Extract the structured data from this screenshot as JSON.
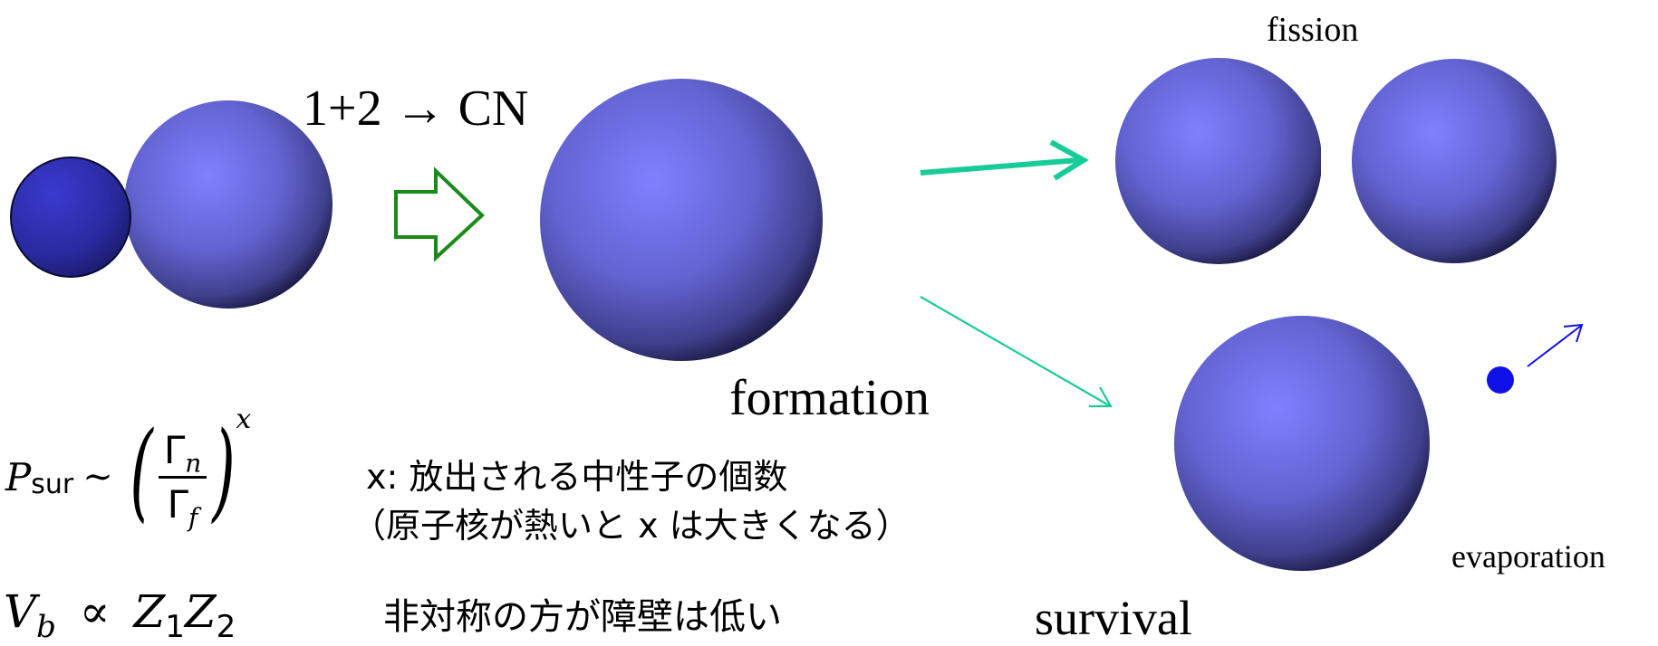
{
  "labels": {
    "reaction": "1+2 → CN",
    "formation": "formation",
    "fission": "fission",
    "survival": "survival",
    "evaporation": "evaporation"
  },
  "formula": {
    "p_symbol": "P",
    "p_subscript": "sur",
    "relation": "∼",
    "numerator_symbol": "Γ",
    "numerator_subscript": "n",
    "denominator_symbol": "Γ",
    "denominator_subscript": "f",
    "exponent": "x"
  },
  "barrier": {
    "v_symbol": "V",
    "v_subscript": "b",
    "relation": "∝",
    "z1_symbol": "Z",
    "z1_subscript": "1",
    "z2_symbol": "Z",
    "z2_subscript": "2"
  },
  "notes": {
    "line1": "x: 放出される中性子の個数",
    "line2": "（原子核が熱いと x は大きくなる）",
    "line3": "非対称の方が障壁は低い"
  },
  "colors": {
    "sphere_highlight": "#8080ff",
    "sphere_mid": "#5f5fc8",
    "sphere_dark": "#0a0a24",
    "small_sphere_light": "#3a3ad0",
    "small_sphere_dark": "#15155a",
    "hollow_arrow": "#1a8a1a",
    "teal_arrow": "#18cc99",
    "neutron": "#1010e8"
  }
}
